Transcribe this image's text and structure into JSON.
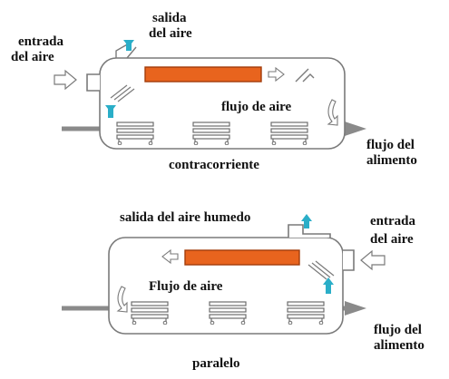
{
  "colors": {
    "heater": "#e8641e",
    "heater_border": "#a23c0a",
    "air_arrow": "#2aaec8",
    "outline": "#7a7a7a",
    "belt": "#777777"
  },
  "icons": [
    "cyan-up-arrow-icon",
    "hollow-arrow-icon",
    "flow-arrow-icon",
    "tray-cart-icon",
    "damper-vane-icon"
  ],
  "diagrams": {
    "countercurrent": {
      "caption": "contracorriente",
      "air_inlet_line1": "entrada",
      "air_inlet_line2": "del aire",
      "air_outlet_line1": "salida",
      "air_outlet_line2": "del aire",
      "air_flow": "flujo de aire",
      "food_flow_line1": "flujo del",
      "food_flow_line2": "alimento"
    },
    "parallel": {
      "caption": "paralelo",
      "air_outlet": "salida del aire humedo",
      "air_inlet_line1": "entrada",
      "air_inlet_line2": "del aire",
      "air_flow": "Flujo de aire",
      "food_flow_line1": "flujo del",
      "food_flow_line2": "alimento"
    }
  }
}
